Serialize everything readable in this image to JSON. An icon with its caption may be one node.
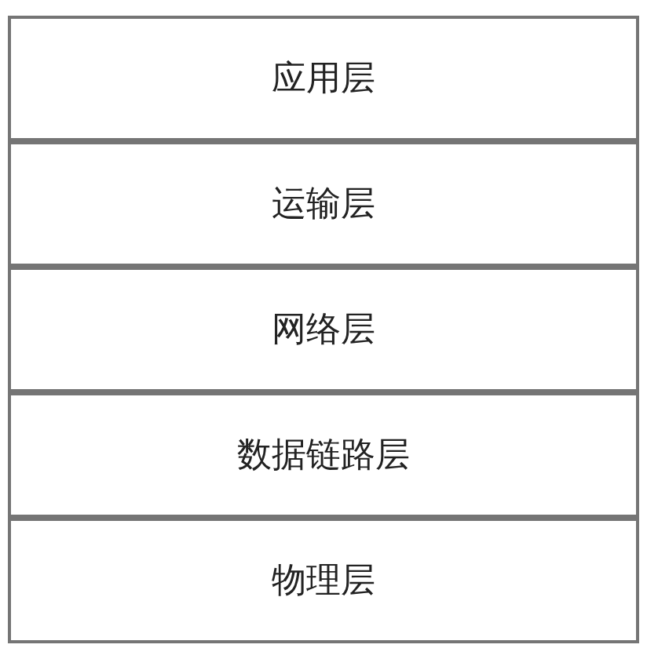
{
  "diagram": {
    "nodes": [
      {
        "text": [
          "应用层"
        ]
      },
      {
        "text": [
          "运输层"
        ]
      },
      {
        "text": [
          "网络层"
        ]
      },
      {
        "text": [
          "数据链路层"
        ]
      },
      {
        "text": [
          "物理层"
        ]
      }
    ]
  }
}
